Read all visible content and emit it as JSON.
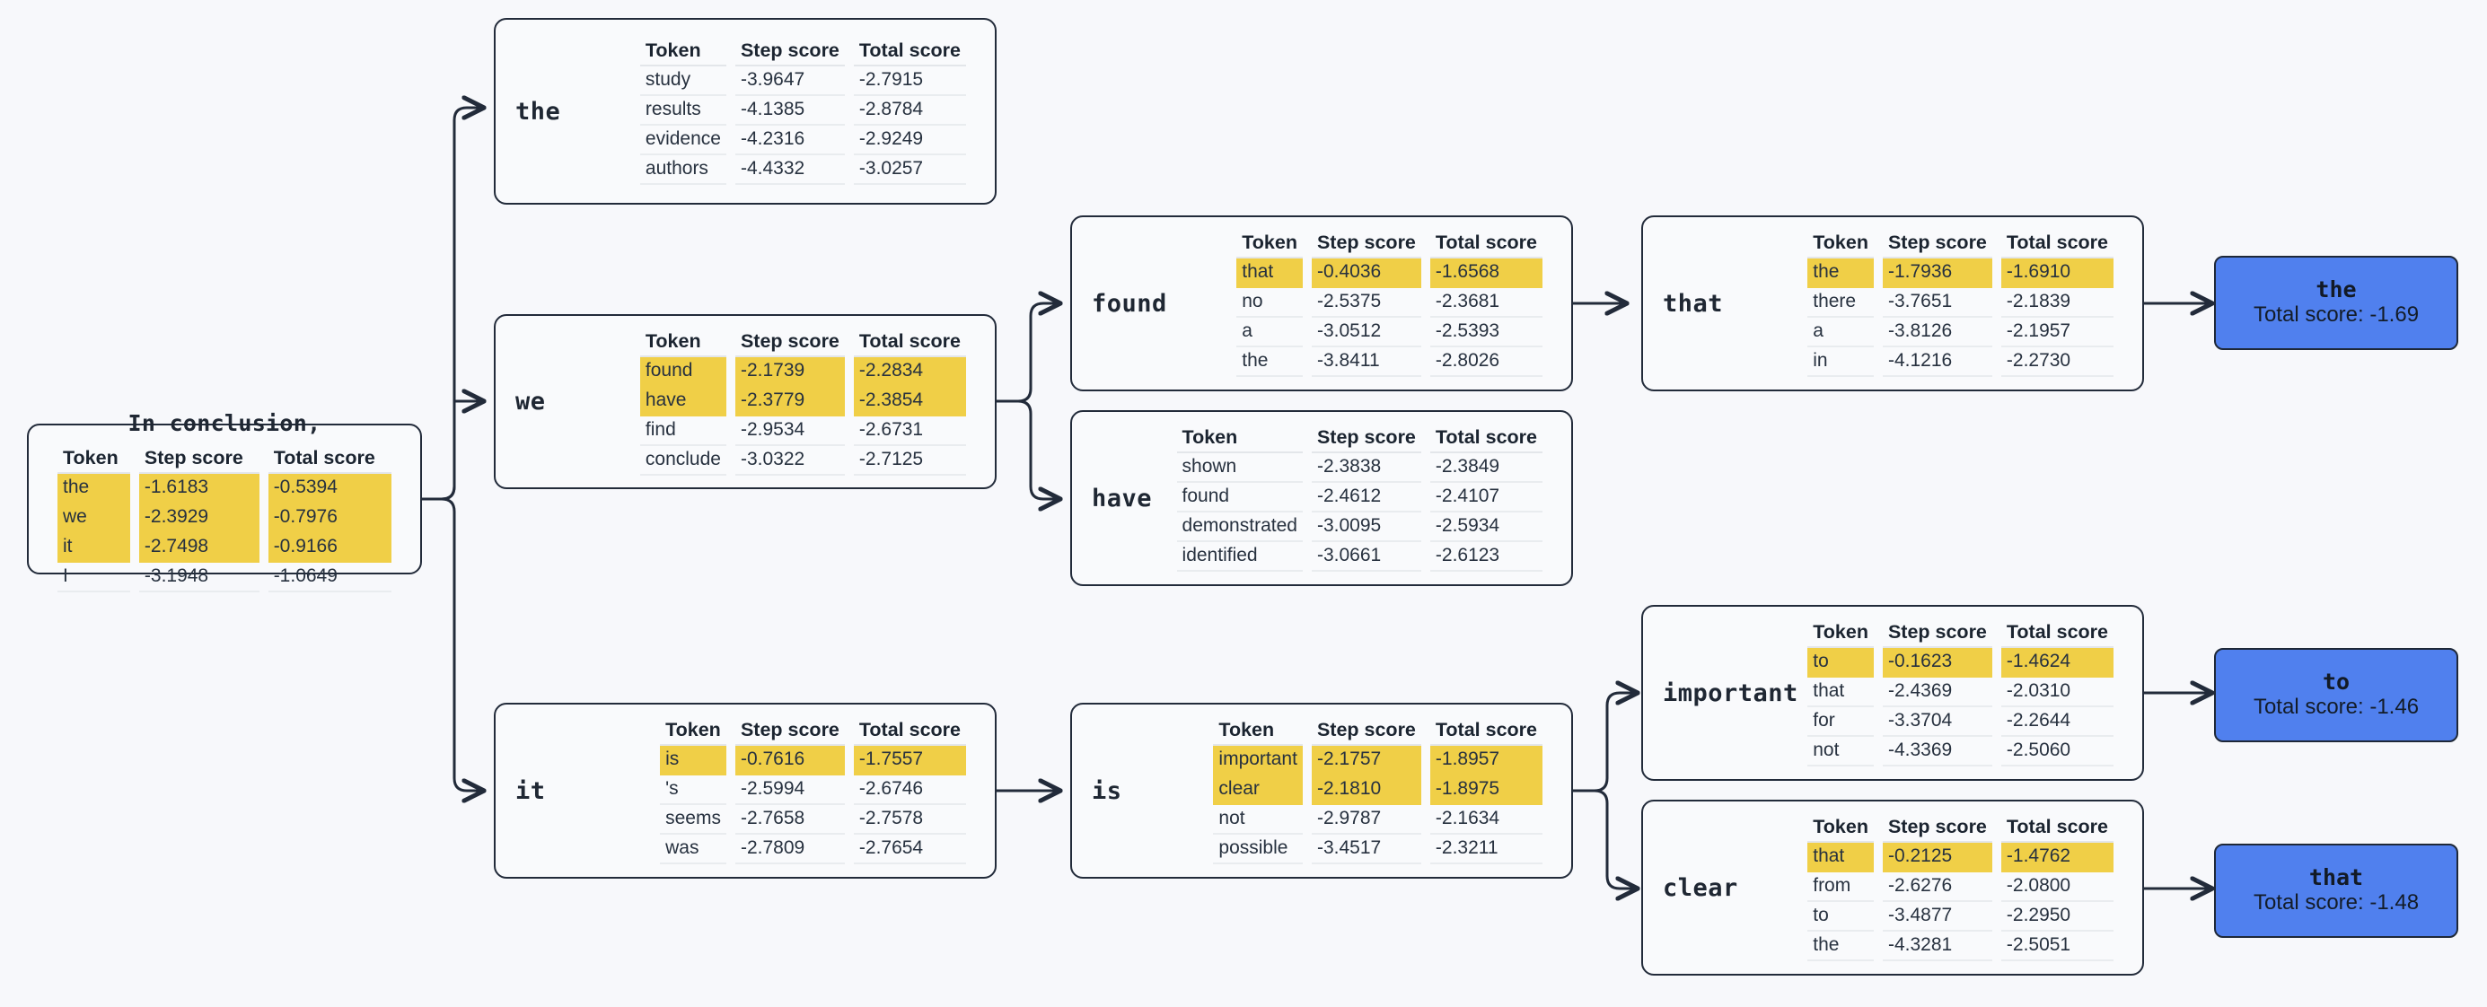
{
  "colors": {
    "background": "#f7f8fb",
    "node_border": "#222b3a",
    "node_fill": "#f9fafc",
    "highlight": "#f0cf47",
    "terminal_fill": "#5080ee",
    "edge": "#222b3a",
    "rule": "#e6e9ed"
  },
  "table_headers": [
    "Token",
    "Step score",
    "Total score"
  ],
  "root": {
    "title": "In conclusion,",
    "rows": [
      {
        "token": "the",
        "step": "-1.6183",
        "total": "-0.5394",
        "highlight": true
      },
      {
        "token": "we",
        "step": "-2.3929",
        "total": "-0.7976",
        "highlight": true
      },
      {
        "token": "it",
        "step": "-2.7498",
        "total": "-0.9166",
        "highlight": true
      },
      {
        "token": "I",
        "step": "-3.1948",
        "total": "-1.0649",
        "highlight": false
      }
    ]
  },
  "nodes": [
    {
      "id": "the",
      "label": "the",
      "rows": [
        {
          "token": "study",
          "step": "-3.9647",
          "total": "-2.7915",
          "highlight": false
        },
        {
          "token": "results",
          "step": "-4.1385",
          "total": "-2.8784",
          "highlight": false
        },
        {
          "token": "evidence",
          "step": "-4.2316",
          "total": "-2.9249",
          "highlight": false
        },
        {
          "token": "authors",
          "step": "-4.4332",
          "total": "-3.0257",
          "highlight": false
        }
      ]
    },
    {
      "id": "we",
      "label": "we",
      "rows": [
        {
          "token": "found",
          "step": "-2.1739",
          "total": "-2.2834",
          "highlight": true
        },
        {
          "token": "have",
          "step": "-2.3779",
          "total": "-2.3854",
          "highlight": true
        },
        {
          "token": "find",
          "step": "-2.9534",
          "total": "-2.6731",
          "highlight": false
        },
        {
          "token": "conclude",
          "step": "-3.0322",
          "total": "-2.7125",
          "highlight": false
        }
      ]
    },
    {
      "id": "found",
      "label": "found",
      "rows": [
        {
          "token": "that",
          "step": "-0.4036",
          "total": "-1.6568",
          "highlight": true
        },
        {
          "token": "no",
          "step": "-2.5375",
          "total": "-2.3681",
          "highlight": false
        },
        {
          "token": "a",
          "step": "-3.0512",
          "total": "-2.5393",
          "highlight": false
        },
        {
          "token": "the",
          "step": "-3.8411",
          "total": "-2.8026",
          "highlight": false
        }
      ]
    },
    {
      "id": "have",
      "label": "have",
      "rows": [
        {
          "token": "shown",
          "step": "-2.3838",
          "total": "-2.3849",
          "highlight": false
        },
        {
          "token": "found",
          "step": "-2.4612",
          "total": "-2.4107",
          "highlight": false
        },
        {
          "token": "demonstrated",
          "step": "-3.0095",
          "total": "-2.5934",
          "highlight": false
        },
        {
          "token": "identified",
          "step": "-3.0661",
          "total": "-2.6123",
          "highlight": false
        }
      ]
    },
    {
      "id": "that",
      "label": "that",
      "rows": [
        {
          "token": "the",
          "step": "-1.7936",
          "total": "-1.6910",
          "highlight": true
        },
        {
          "token": "there",
          "step": "-3.7651",
          "total": "-2.1839",
          "highlight": false
        },
        {
          "token": "a",
          "step": "-3.8126",
          "total": "-2.1957",
          "highlight": false
        },
        {
          "token": "in",
          "step": "-4.1216",
          "total": "-2.2730",
          "highlight": false
        }
      ]
    },
    {
      "id": "it",
      "label": "it",
      "rows": [
        {
          "token": "is",
          "step": "-0.7616",
          "total": "-1.7557",
          "highlight": true
        },
        {
          "token": "'s",
          "step": "-2.5994",
          "total": "-2.6746",
          "highlight": false
        },
        {
          "token": "seems",
          "step": "-2.7658",
          "total": "-2.7578",
          "highlight": false
        },
        {
          "token": "was",
          "step": "-2.7809",
          "total": "-2.7654",
          "highlight": false
        }
      ]
    },
    {
      "id": "is",
      "label": "is",
      "rows": [
        {
          "token": "important",
          "step": "-2.1757",
          "total": "-1.8957",
          "highlight": true
        },
        {
          "token": "clear",
          "step": "-2.1810",
          "total": "-1.8975",
          "highlight": true
        },
        {
          "token": "not",
          "step": "-2.9787",
          "total": "-2.1634",
          "highlight": false
        },
        {
          "token": "possible",
          "step": "-3.4517",
          "total": "-2.3211",
          "highlight": false
        }
      ]
    },
    {
      "id": "important",
      "label": "important",
      "rows": [
        {
          "token": "to",
          "step": "-0.1623",
          "total": "-1.4624",
          "highlight": true
        },
        {
          "token": "that",
          "step": "-2.4369",
          "total": "-2.0310",
          "highlight": false
        },
        {
          "token": "for",
          "step": "-3.3704",
          "total": "-2.2644",
          "highlight": false
        },
        {
          "token": "not",
          "step": "-4.3369",
          "total": "-2.5060",
          "highlight": false
        }
      ]
    },
    {
      "id": "clear",
      "label": "clear",
      "rows": [
        {
          "token": "that",
          "step": "-0.2125",
          "total": "-1.4762",
          "highlight": true
        },
        {
          "token": "from",
          "step": "-2.6276",
          "total": "-2.0800",
          "highlight": false
        },
        {
          "token": "to",
          "step": "-3.4877",
          "total": "-2.2950",
          "highlight": false
        },
        {
          "token": "the",
          "step": "-4.3281",
          "total": "-2.5051",
          "highlight": false
        }
      ]
    }
  ],
  "terminals": [
    {
      "id": "term-the",
      "token": "the",
      "total_label": "Total score: -1.69"
    },
    {
      "id": "term-to",
      "token": "to",
      "total_label": "Total score: -1.46"
    },
    {
      "id": "term-that",
      "token": "that",
      "total_label": "Total score: -1.48"
    }
  ]
}
